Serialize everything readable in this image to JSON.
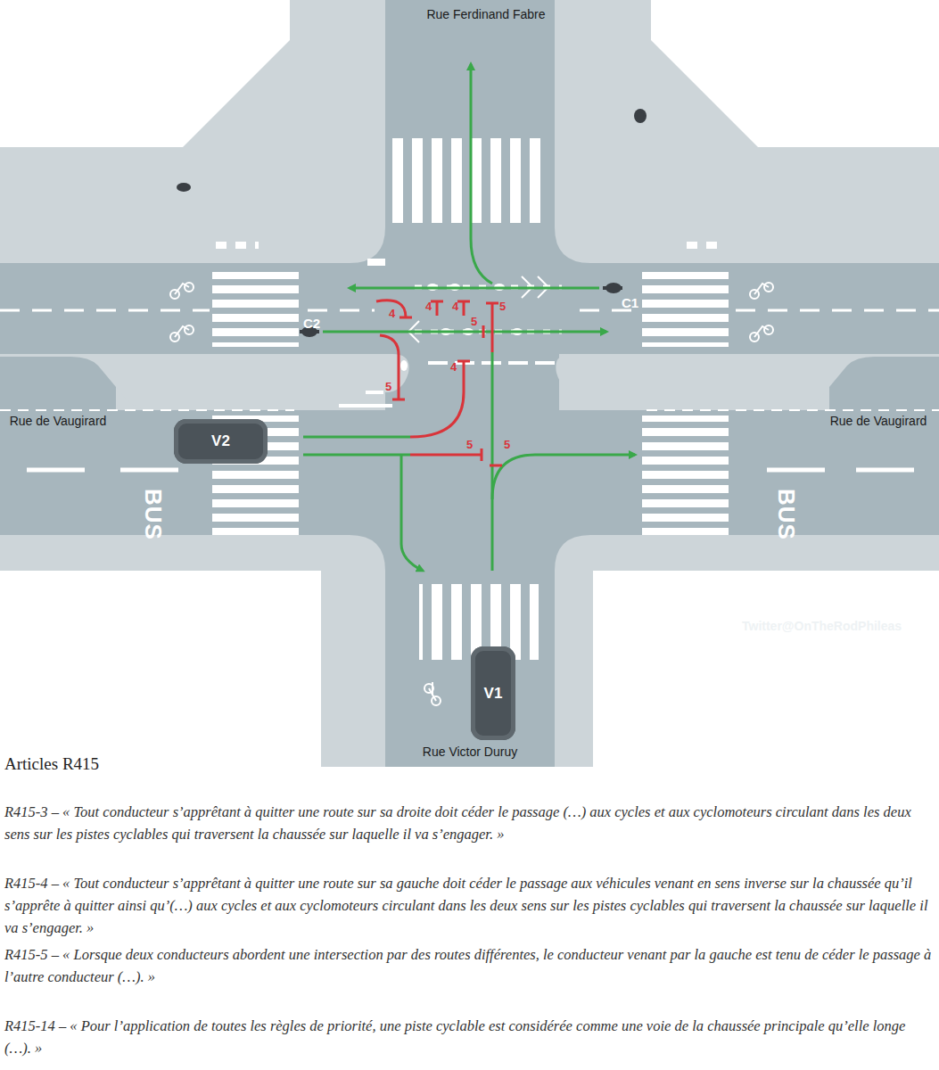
{
  "diagram": {
    "nodes": [
      {
        "text": [
          "V2"
        ]
      },
      {
        "text": [
          "V1"
        ]
      }
    ],
    "labels": [
      "Rue Ferdinand Fabre",
      "C1",
      "C2",
      "4",
      "4",
      "4",
      "5",
      "5",
      "5",
      "4",
      "Rue de Vaugirard",
      "Rue de Vaugirard",
      "5",
      "5",
      "BUS",
      "BUS",
      "Twitter@OnTheRodPhileas",
      "Rue Victor Duruy",
      "Articles R415",
      "R415-3 – « Tout conducteur s’apprêtant à quitter une route sur sa droite doit céder le passage (…) aux cycles et aux cyclomoteurs circulant dans les deux sens sur les pistes cyclables qui traversent la chaussée sur laquelle il va s’engager. »",
      "R415-4 – « Tout conducteur s’apprêtant à quitter une route sur sa gauche doit céder le passage aux véhicules venant en sens inverse sur la chaussée qu’il s’apprête à quitter ainsi qu’(…) aux cycles et aux cyclomoteurs circulant dans les deux sens sur les pistes cyclables qui traversent la chaussée sur laquelle il va s’engager. »",
      "R415-5 – « Lorsque deux conducteurs abordent une intersection par des routes différentes, le conducteur venant par la gauche est tenu de céder le passage à l’autre conducteur (…). »",
      "R415-14 – « Pour l’application de toutes les règles de priorité, une piste cyclable est considérée comme une voie de la chaussée principale qu’elle longe (…). »"
    ]
  }
}
